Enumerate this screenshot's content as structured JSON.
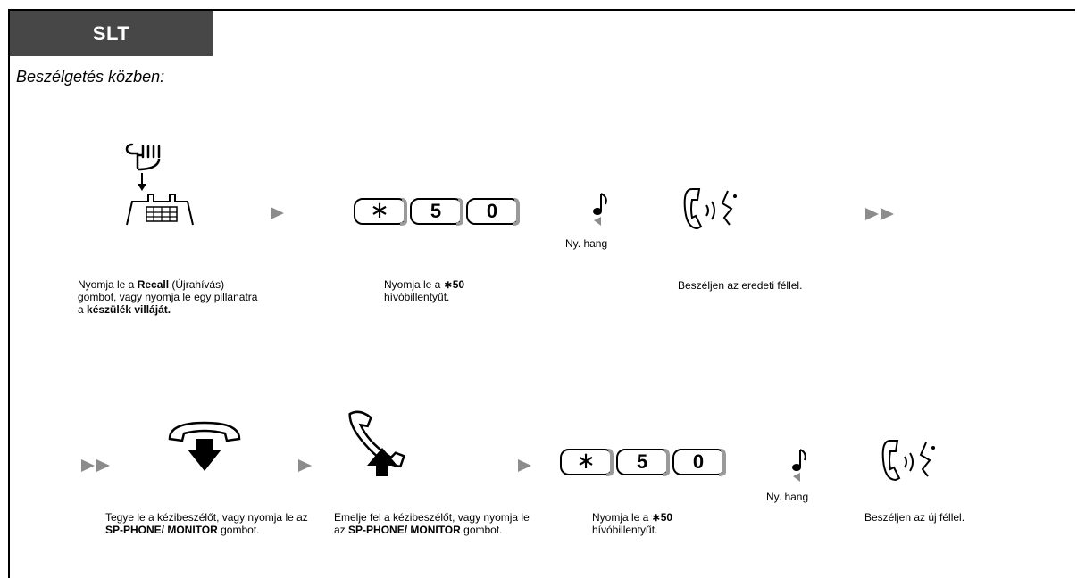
{
  "tab": {
    "label": "SLT"
  },
  "subtitle": "Beszélgetés közben:",
  "tone_label": "Ny. hang",
  "keys": {
    "star": "∗",
    "five": "5",
    "zero": "0"
  },
  "row1": {
    "recall": {
      "p1": "Nyomja le a ",
      "b1": "Recall",
      "p2": " (Újrahívás) gombot, vagy nyomja le egy pillanatra a ",
      "b2": "készülék villáját."
    },
    "dial": {
      "p1": "Nyomja le a ",
      "b1": "∗50",
      "p2": " hívóbillentyűt."
    },
    "talk": "Beszéljen az eredeti féllel."
  },
  "row2": {
    "hangup": {
      "p1": "Tegye le a kézibeszélőt, vagy nyomja le az ",
      "b1": "SP-PHONE/ MONITOR",
      "p2": " gombot."
    },
    "offhook": {
      "p1": "Emelje fel a kézibeszélőt, vagy nyomja le az ",
      "b1": "SP-PHONE/ MONITOR",
      "p2": " gombot."
    },
    "dial": {
      "p1": "Nyomja le a ",
      "b1": "∗50",
      "p2": " hívóbillentyűt."
    },
    "talk": "Beszéljen az új féllel."
  }
}
